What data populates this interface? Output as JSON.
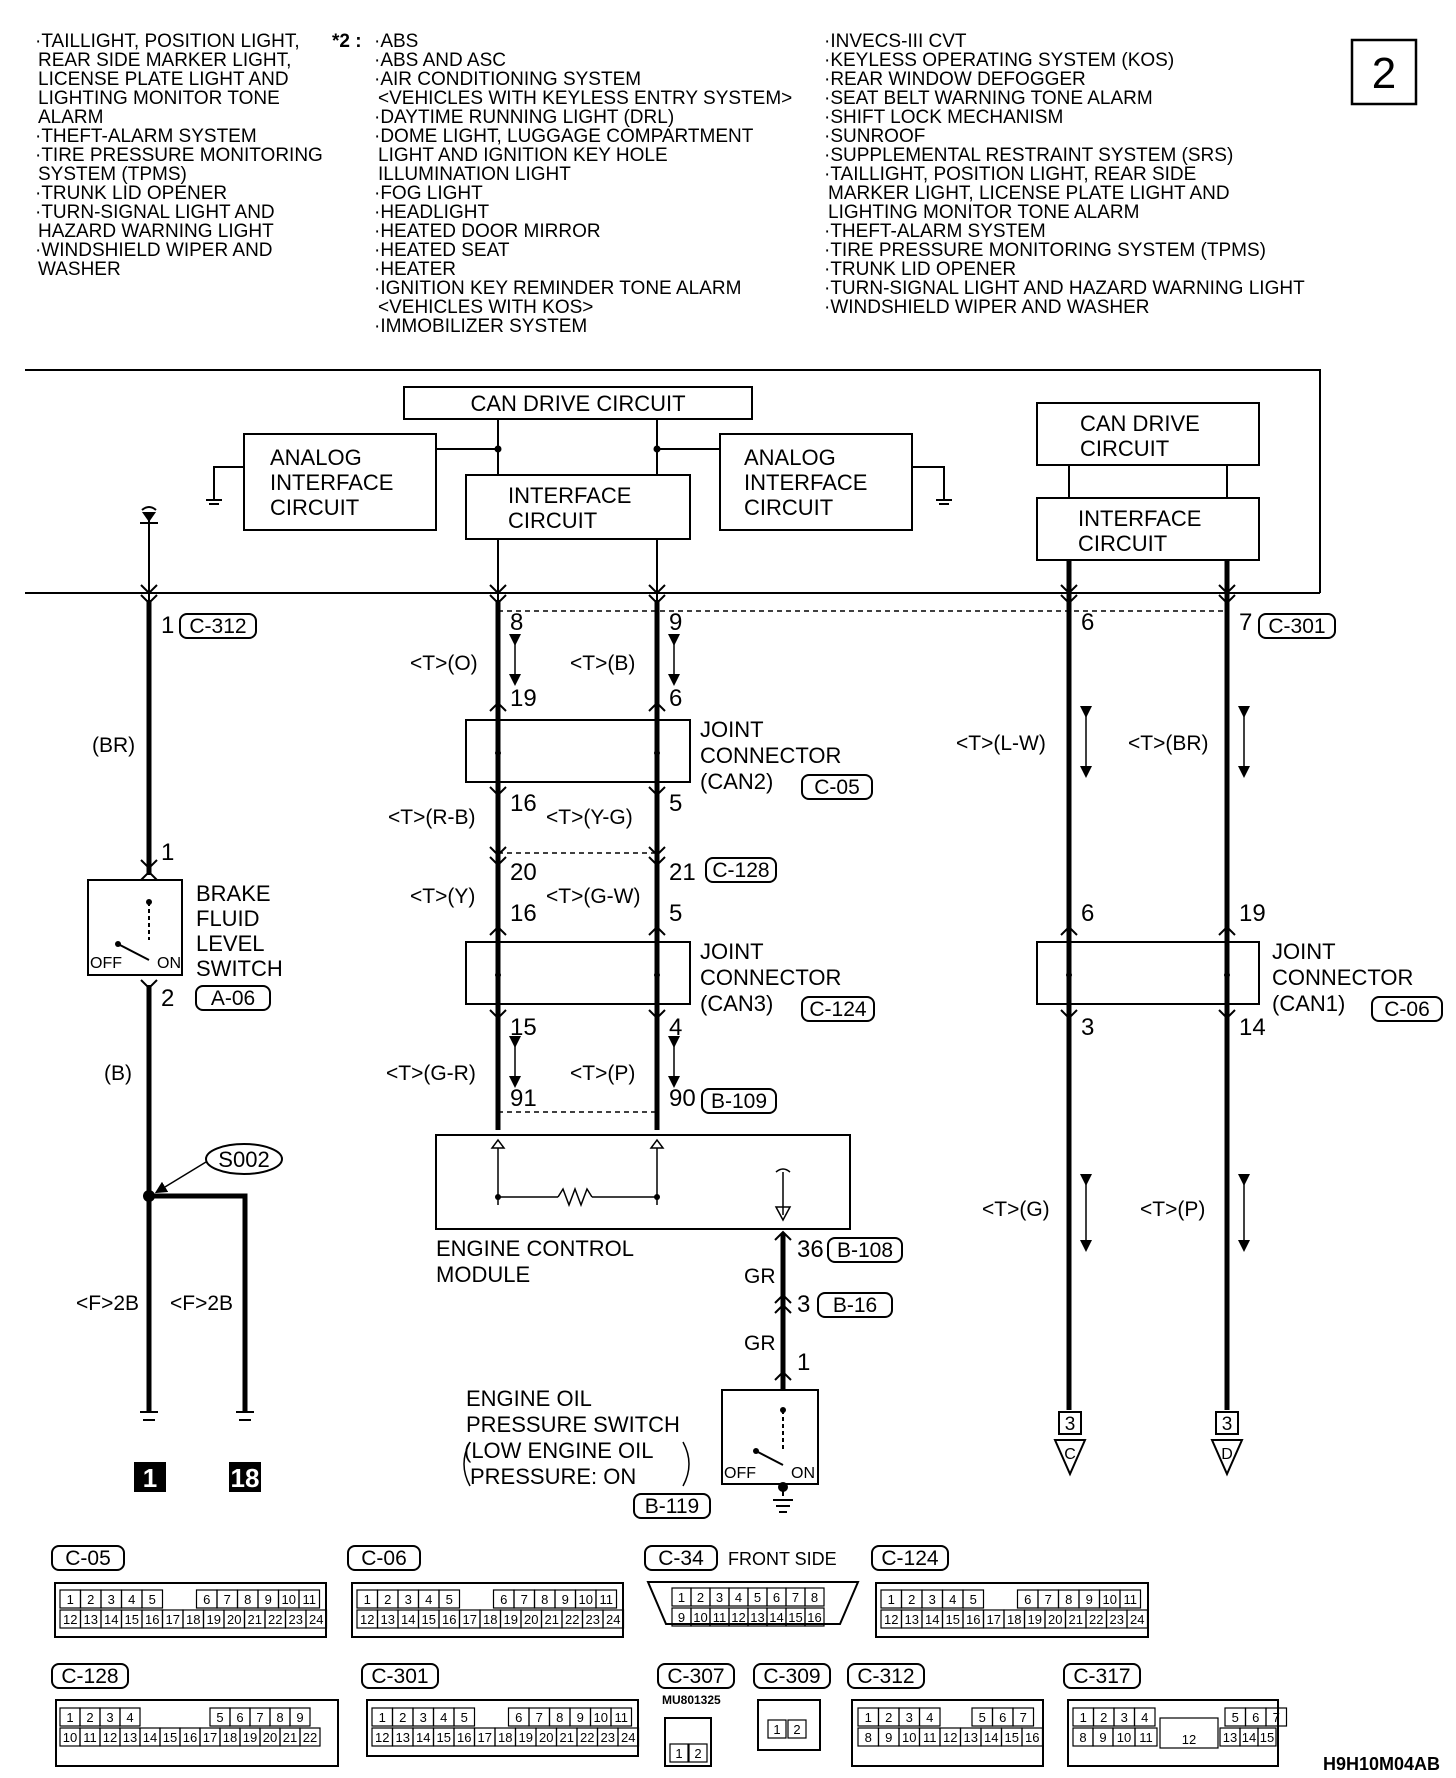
{
  "page_number": "2",
  "figure_code": "H9H10M04AB",
  "notes": {
    "left": [
      "·TAILLIGHT, POSITION LIGHT,",
      "REAR SIDE MARKER LIGHT,",
      "LICENSE PLATE LIGHT AND",
      "LIGHTING MONITOR TONE",
      "ALARM",
      "·THEFT-ALARM SYSTEM",
      "·TIRE PRESSURE MONITORING",
      "SYSTEM (TPMS)",
      "·TRUNK LID OPENER",
      "·TURN-SIGNAL LIGHT AND",
      "HAZARD WARNING LIGHT",
      "·WINDSHIELD WIPER AND",
      "WASHER"
    ],
    "mark": "*2 :",
    "middle": [
      "·ABS",
      "·ABS AND ASC",
      "·AIR CONDITIONING SYSTEM",
      "<VEHICLES WITH KEYLESS ENTRY SYSTEM>",
      "·DAYTIME RUNNING LIGHT (DRL)",
      "·DOME LIGHT, LUGGAGE COMPARTMENT",
      "LIGHT AND IGNITION KEY HOLE",
      "ILLUMINATION LIGHT",
      "·FOG LIGHT",
      "·HEADLIGHT",
      "·HEATED DOOR MIRROR",
      "·HEATED SEAT",
      "·HEATER",
      "·IGNITION KEY REMINDER TONE ALARM",
      "<VEHICLES WITH KOS>",
      "·IMMOBILIZER SYSTEM"
    ],
    "right": [
      "·INVECS-III CVT",
      "·KEYLESS OPERATING SYSTEM (KOS)",
      "·REAR WINDOW DEFOGGER",
      "·SEAT BELT WARNING TONE ALARM",
      "·SHIFT LOCK MECHANISM",
      "·SUNROOF",
      "·SUPPLEMENTAL RESTRAINT SYSTEM (SRS)",
      "·TAILLIGHT, POSITION LIGHT, REAR SIDE",
      "MARKER LIGHT, LICENSE PLATE LIGHT AND",
      "LIGHTING MONITOR TONE ALARM",
      "·THEFT-ALARM SYSTEM",
      "·TIRE PRESSURE MONITORING SYSTEM (TPMS)",
      "·TRUNK LID OPENER",
      "·TURN-SIGNAL LIGHT AND HAZARD WARNING LIGHT",
      "·WINDSHIELD WIPER AND WASHER"
    ]
  },
  "blocks": {
    "can_drive_left": "CAN DRIVE CIRCUIT",
    "analog_left": [
      "ANALOG",
      "INTERFACE",
      "CIRCUIT"
    ],
    "interface_left": [
      "INTERFACE",
      "CIRCUIT"
    ],
    "analog_right": [
      "ANALOG",
      "INTERFACE",
      "CIRCUIT"
    ],
    "can_drive_right": [
      "CAN DRIVE",
      "CIRCUIT"
    ],
    "interface_right": [
      "INTERFACE",
      "CIRCUIT"
    ]
  },
  "pins": {
    "p1_c312": "1",
    "p8": "8",
    "p9": "9",
    "p6_top": "6",
    "p7": "7",
    "p19a": "19",
    "p6b": "6",
    "p16a": "16",
    "p5a": "5",
    "p20": "20",
    "p21": "21",
    "p16b": "16",
    "p5b": "5",
    "p15": "15",
    "p4": "4",
    "p91": "91",
    "p90": "90",
    "p6c": "6",
    "p19c": "19",
    "p3c": "3",
    "p14c": "14",
    "p1_brake": "1",
    "p2_brake": "2",
    "p36": "36",
    "p3_b16": "3",
    "p1_oil": "1"
  },
  "connector_refs": {
    "c312": "C-312",
    "c301": "C-301",
    "c05": "C-05",
    "c128": "C-128",
    "c124": "C-124",
    "b109": "B-109",
    "c06": "C-06",
    "a06": "A-06",
    "b108": "B-108",
    "b16": "B-16",
    "b119": "B-119"
  },
  "wires": {
    "br_left": "(BR)",
    "b_left": "(B)",
    "t_o": "<T>(O)",
    "t_b": "<T>(B)",
    "t_rb": "<T>(R-B)",
    "t_yg": "<T>(Y-G)",
    "t_y": "<T>(Y)",
    "t_gw": "<T>(G-W)",
    "t_gr": "<T>(G-R)",
    "t_p": "<T>(P)",
    "t_lw": "<T>(L-W)",
    "t_br": "<T>(BR)",
    "t_g_low": "<T>(G)",
    "t_p_low": "<T>(P)",
    "f2b_a": "<F>2B",
    "f2b_b": "<F>2B",
    "gr1": "GR",
    "gr2": "GR"
  },
  "components": {
    "joint_can2": [
      "JOINT",
      "CONNECTOR",
      "(CAN2)"
    ],
    "joint_can3": [
      "JOINT",
      "CONNECTOR",
      "(CAN3)"
    ],
    "joint_can1": [
      "JOINT",
      "CONNECTOR",
      "(CAN1)"
    ],
    "brake_switch": [
      "BRAKE",
      "FLUID",
      "LEVEL",
      "SWITCH"
    ],
    "ecm": [
      "ENGINE CONTROL",
      "MODULE"
    ],
    "oil_switch": [
      "ENGINE OIL",
      "PRESSURE SWITCH",
      "(LOW ENGINE OIL",
      "PRESSURE: ON"
    ],
    "off": "OFF",
    "on": "ON"
  },
  "splice": "S002",
  "grounds": [
    "1",
    "18"
  ],
  "offpage": [
    {
      "num": "3",
      "letter": "C"
    },
    {
      "num": "3",
      "letter": "D"
    }
  ],
  "connectors_bottom": {
    "c05": "C-05",
    "c06": "C-06",
    "c34": "C-34",
    "front_side": "FRONT SIDE",
    "c124": "C-124",
    "c128": "C-128",
    "c301": "C-301",
    "c307": "C-307",
    "mu_code": "MU801325",
    "c309": "C-309",
    "c312": "C-312",
    "c317": "C-317"
  }
}
